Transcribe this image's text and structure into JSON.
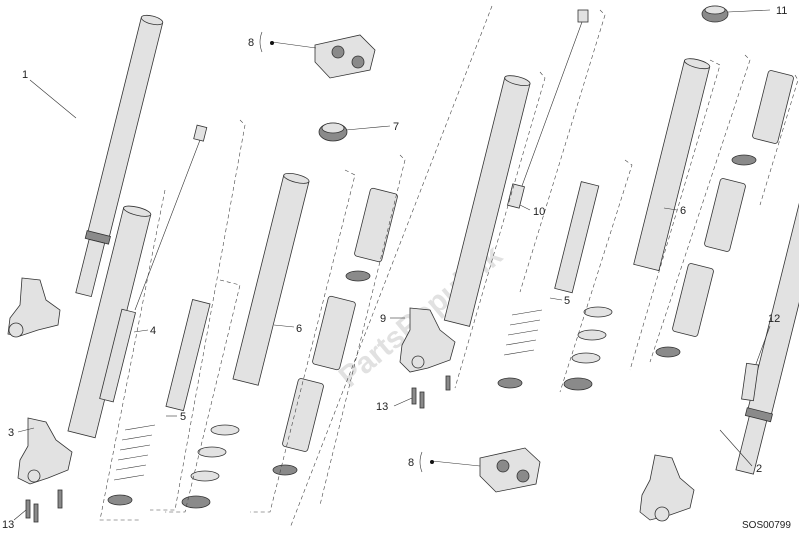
{
  "diagram": {
    "code": "SOS00799",
    "watermark": "PartsRepublik",
    "callouts": [
      {
        "id": "c1",
        "text": "1"
      },
      {
        "id": "c2",
        "text": "2"
      },
      {
        "id": "c3",
        "text": "3"
      },
      {
        "id": "c4",
        "text": "4"
      },
      {
        "id": "c5a",
        "text": "5"
      },
      {
        "id": "c5b",
        "text": "5"
      },
      {
        "id": "c6a",
        "text": "6"
      },
      {
        "id": "c6b",
        "text": "6"
      },
      {
        "id": "c7",
        "text": "7"
      },
      {
        "id": "c8a",
        "text": "8"
      },
      {
        "id": "c8b",
        "text": "8"
      },
      {
        "id": "c9",
        "text": "9"
      },
      {
        "id": "c10",
        "text": "10"
      },
      {
        "id": "c11",
        "text": "11"
      },
      {
        "id": "c12",
        "text": "12"
      },
      {
        "id": "c13a",
        "text": "13"
      },
      {
        "id": "c13b",
        "text": "13"
      }
    ]
  }
}
